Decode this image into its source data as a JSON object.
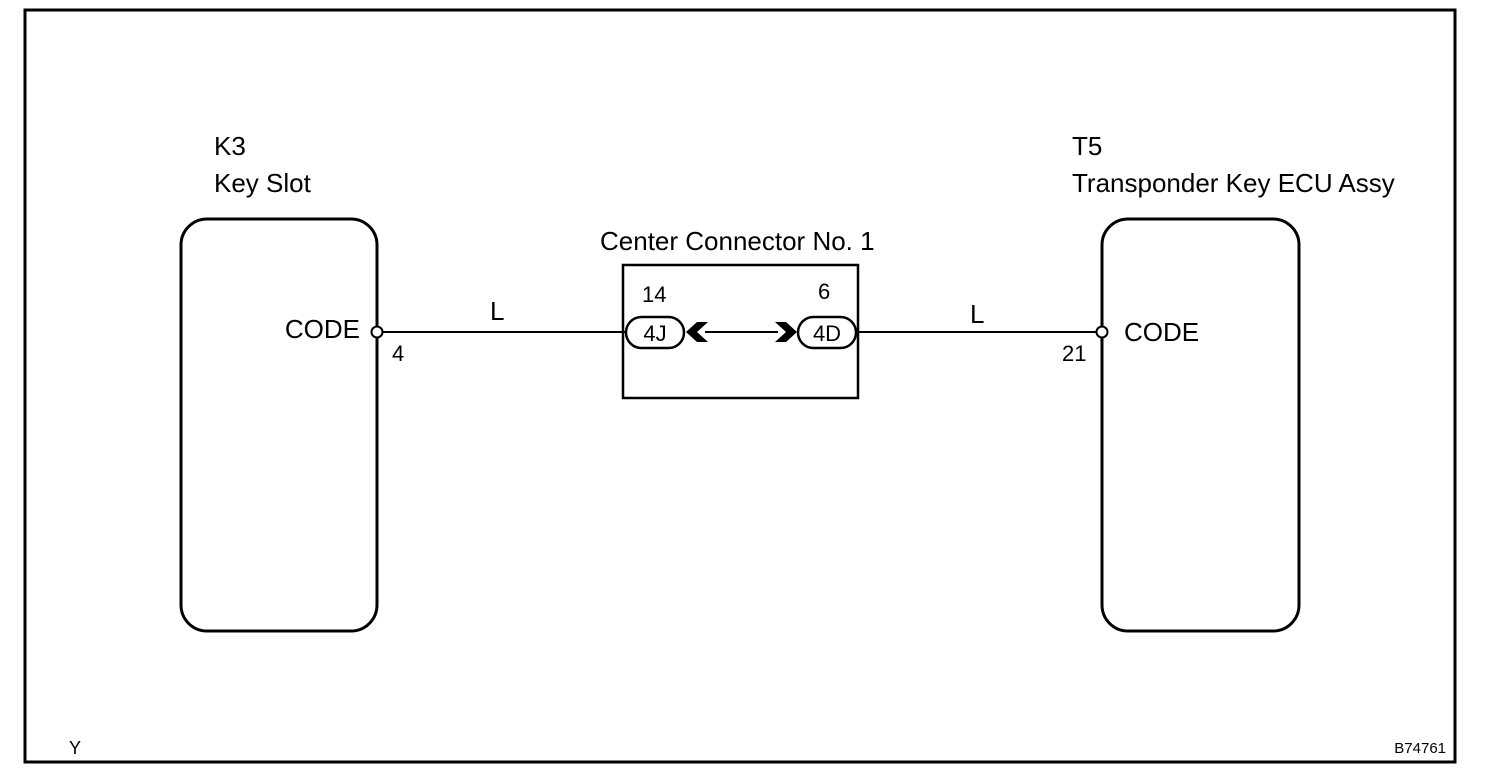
{
  "left_component": {
    "id": "K3",
    "name": "Key Slot",
    "terminal_label": "CODE",
    "pin_number": "4"
  },
  "right_component": {
    "id": "T5",
    "name": "Transponder Key ECU Assy",
    "terminal_label": "CODE",
    "pin_number": "21"
  },
  "center_connector": {
    "title": "Center Connector No. 1",
    "left_pin_number": "14",
    "left_plug": "4J",
    "right_pin_number": "6",
    "right_plug": "4D"
  },
  "wires": {
    "left_color_code": "L",
    "right_color_code": "L"
  },
  "corner": {
    "bottom_left": "Y",
    "bottom_right": "B74761"
  }
}
